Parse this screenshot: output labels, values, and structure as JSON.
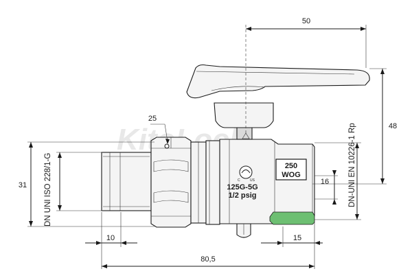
{
  "dimensions": {
    "width_top": "50",
    "height_right": "48",
    "nut_size": "25",
    "thread_height": "31",
    "socket_depth": "16",
    "thread_length": "10",
    "socket_length": "15",
    "overall_length": "80,5"
  },
  "labels": {
    "left_thread_standard": "DN UNI ISO 228/1-G",
    "right_thread_standard": "DN-UNI EN 10226-1 Rp"
  },
  "markings": {
    "pressure_rating": "250",
    "pressure_unit": "WOG",
    "gas_rating": "125G-5G",
    "gas_pressure": "1/2 psig",
    "cert_left": "C",
    "cert_right": "US"
  },
  "watermark": "KitoLock",
  "colors": {
    "accent_green": "#6dbf72",
    "line": "#1a1a1a"
  }
}
